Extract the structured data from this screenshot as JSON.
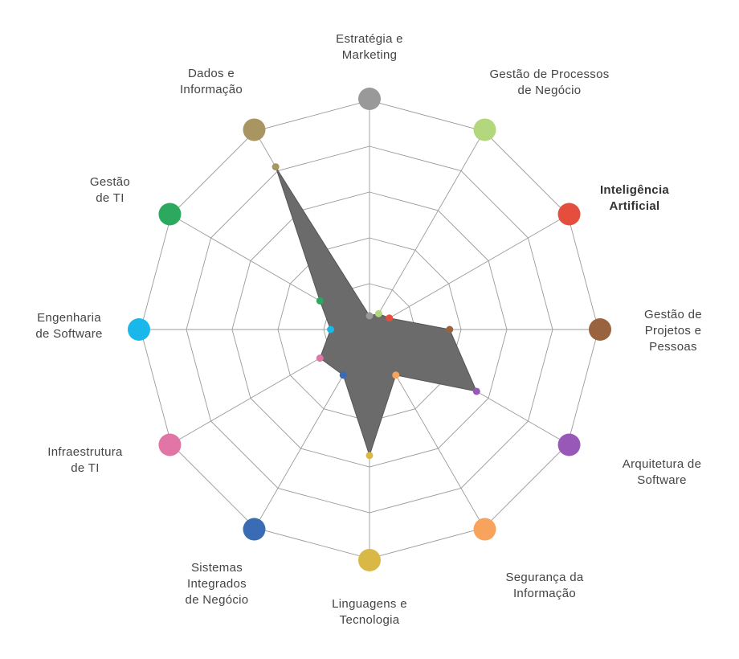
{
  "chart_data": {
    "type": "radar",
    "range": [
      0,
      5
    ],
    "rings": 5,
    "grid": true,
    "axes": [
      {
        "lines": [
          "Estratégia e",
          "Marketing"
        ],
        "value": 0.3,
        "color": "#999999"
      },
      {
        "lines": [
          "Gestão de Processos",
          "de Negócio"
        ],
        "value": 0.4,
        "color": "#b3d77c"
      },
      {
        "lines": [
          "Inteligência",
          "Artificial"
        ],
        "value": 0.5,
        "color": "#e54e3d",
        "bold": true
      },
      {
        "lines": [
          "Gestão de",
          "Projetos e",
          "Pessoas"
        ],
        "value": 1.75,
        "color": "#9a6340"
      },
      {
        "lines": [
          "Arquitetura de",
          "Software"
        ],
        "value": 2.7,
        "color": "#9858b8"
      },
      {
        "lines": [
          "Segurança da",
          "Informação"
        ],
        "value": 1.15,
        "color": "#f7a35c"
      },
      {
        "lines": [
          "Linguagens e",
          "Tecnologia"
        ],
        "value": 2.75,
        "color": "#d9b845"
      },
      {
        "lines": [
          "Sistemas",
          "Integrados",
          "de Negócio"
        ],
        "value": 1.15,
        "color": "#3a6cb5"
      },
      {
        "lines": [
          "Infraestrutura",
          "de TI"
        ],
        "value": 1.25,
        "color": "#e075a6"
      },
      {
        "lines": [
          "Engenharia",
          "de Software"
        ],
        "value": 0.85,
        "color": "#1ab7ea"
      },
      {
        "lines": [
          "Gestão",
          "de TI"
        ],
        "value": 1.25,
        "color": "#2da95f"
      },
      {
        "lines": [
          "Dados e",
          "Informação"
        ],
        "value": 4.1,
        "color": "#a89561"
      }
    ]
  }
}
